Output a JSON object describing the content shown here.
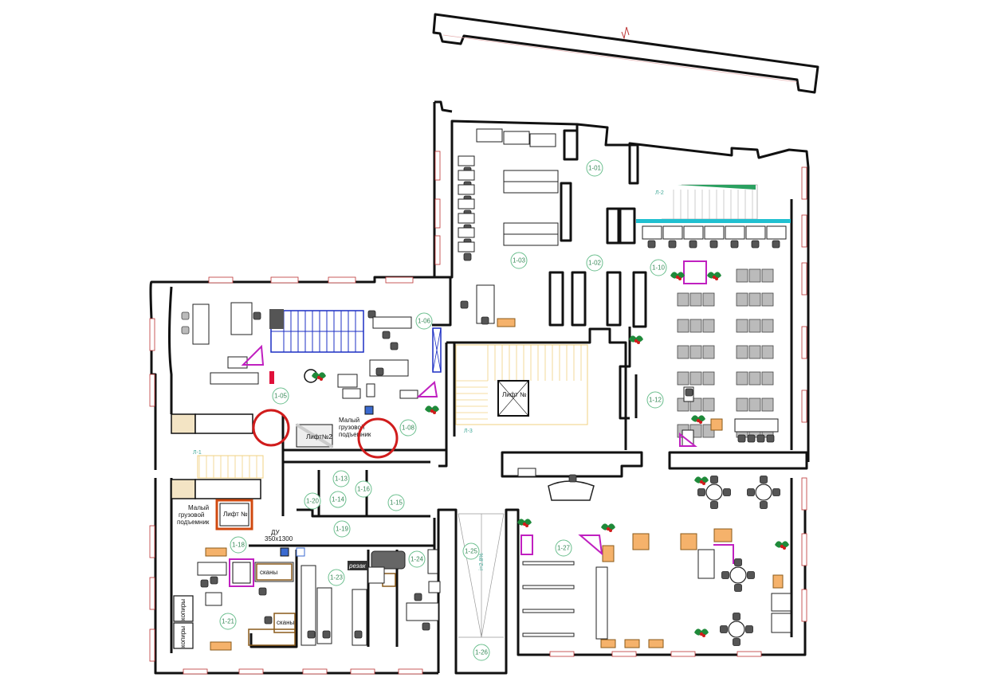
{
  "rooms": [
    {
      "id": "1-01",
      "label": "1-01"
    },
    {
      "id": "1-02",
      "label": "1-02"
    },
    {
      "id": "1-03",
      "label": "1-03"
    },
    {
      "id": "1-05",
      "label": "1-05"
    },
    {
      "id": "1-06",
      "label": "1-06"
    },
    {
      "id": "1-08",
      "label": "1-08"
    },
    {
      "id": "1-10",
      "label": "1-10"
    },
    {
      "id": "1-12",
      "label": "1-12"
    },
    {
      "id": "1-13",
      "label": "1-13"
    },
    {
      "id": "1-14",
      "label": "1-14"
    },
    {
      "id": "1-15",
      "label": "1-15"
    },
    {
      "id": "1-16",
      "label": "1-16"
    },
    {
      "id": "1-18",
      "label": "1-18"
    },
    {
      "id": "1-19",
      "label": "1-19"
    },
    {
      "id": "1-20",
      "label": "1-20"
    },
    {
      "id": "1-21",
      "label": "1-21"
    },
    {
      "id": "1-23",
      "label": "1-23"
    },
    {
      "id": "1-24",
      "label": "1-24"
    },
    {
      "id": "1-25",
      "label": "1-25"
    },
    {
      "id": "1-26",
      "label": "1-26"
    },
    {
      "id": "1-27",
      "label": "1-27"
    }
  ],
  "labels": {
    "lift_main": "Лифт №",
    "lift_2": "Лифт№2",
    "lift_small": "Лифт №",
    "cargo_lift_right_1": "Малый",
    "cargo_lift_right_2": "грузовой",
    "cargo_lift_right_3": "подъемник",
    "cargo_lift_left_1": "Малый",
    "cargo_lift_left_2": "грузовой",
    "cargo_lift_left_3": "подъемник",
    "du_1": "ДУ",
    "du_2": "350х1300",
    "scans_1": "сканы",
    "scans_2": "сканы",
    "copiers_1": "копиры",
    "copiers_2": "копиры",
    "cut": "резак",
    "stair_l1": "Л-1",
    "stair_l2": "Л-2",
    "stair_l3": "Л-3",
    "corridor_slope": "i=2.8%"
  },
  "colors": {
    "wall": "#111111",
    "room_label_ring": "#6bbf8e",
    "highlight_circle": "#d01c1c",
    "rack_blue": "#1c2fc4",
    "stair_yellow": "#f0d080",
    "desk_orange": "#f5b26b",
    "accent_pink": "#c020c0",
    "accent_cyan": "#20c0d0",
    "red_marker": "#e0103a"
  },
  "highlights": [
    {
      "name": "highlight-circle-left"
    },
    {
      "name": "highlight-circle-right"
    }
  ]
}
